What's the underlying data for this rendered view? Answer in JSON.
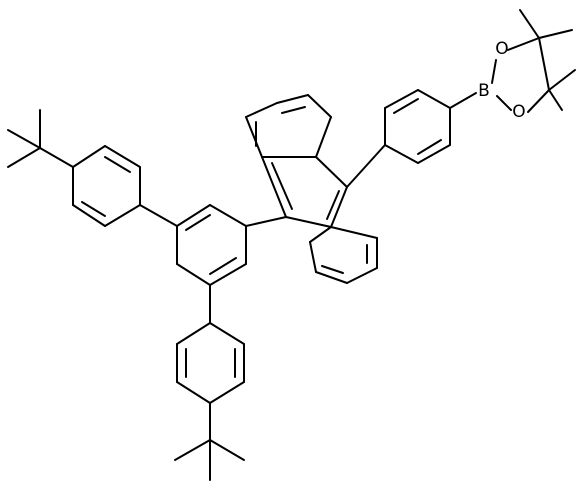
{
  "molecule": {
    "atoms": [
      {
        "id": "B",
        "text": "B"
      },
      {
        "id": "O1",
        "text": "O"
      },
      {
        "id": "O2",
        "text": "O"
      }
    ]
  },
  "colors": {
    "bond": "#000000",
    "background": "#ffffff"
  }
}
